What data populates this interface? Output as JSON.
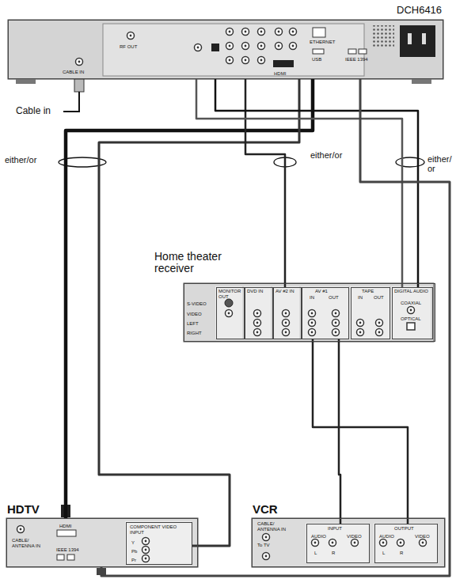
{
  "diagram": {
    "nodes": [
      {
        "text": [
          "DCH6416",
          "CABLE IN",
          "RF OUT",
          "ETHERNET",
          "USB",
          "HDMI",
          "IEEE 1394"
        ]
      },
      {
        "text": [
          "Home theater receiver",
          "S-VIDEO",
          "VIDEO",
          "LEFT",
          "RIGHT"
        ]
      },
      {
        "text": [
          "MONITOR OUT"
        ],
        "in": 1
      },
      {
        "text": [
          "DVD IN"
        ],
        "in": 1
      },
      {
        "text": [
          "AV #2 IN"
        ],
        "in": 1
      },
      {
        "text": [
          "AV #1",
          "IN",
          "OUT"
        ],
        "in": 1
      },
      {
        "text": [
          "TAPE",
          "IN",
          "OUT"
        ],
        "in": 1
      },
      {
        "text": [
          "DIGITAL AUDIO",
          "COAXIAL",
          "OPTICAL"
        ],
        "in": 1
      },
      {
        "text": [
          "HDTV",
          "CABLE/ ANTENNA IN",
          "HDMI",
          "IEEE 1394"
        ]
      },
      {
        "text": [
          "COMPONENT VIDEO INPUT",
          "Y",
          "Pb",
          "Pr"
        ],
        "in": 8
      },
      {
        "text": [
          "VCR",
          "CABLE/ ANTENNA IN",
          "To TV"
        ]
      },
      {
        "text": [
          "INPUT",
          "AUDIO",
          "VIDEO",
          "L",
          "R"
        ],
        "in": 10
      },
      {
        "text": [
          "OUTPUT",
          "AUDIO",
          "VIDEO",
          "L",
          "R"
        ],
        "in": 10
      }
    ],
    "edges": [
      {
        "from": 0,
        "to": 8,
        "arrow": "none"
      },
      {
        "from": 0,
        "to": 9,
        "arrow": "none"
      },
      {
        "from": 0,
        "to": 4,
        "arrow": "none"
      },
      {
        "from": 0,
        "to": 7,
        "arrow": "none"
      },
      {
        "from": 0,
        "to": 7,
        "arrow": "none"
      },
      {
        "from": 5,
        "to": 11,
        "arrow": "none"
      },
      {
        "from": 12,
        "to": 5,
        "arrow": "none"
      },
      {
        "from": 0,
        "to": 8,
        "arrow": "none"
      }
    ],
    "labels": [
      "Cable in",
      "either/or",
      "either/or",
      "either/ or"
    ]
  }
}
